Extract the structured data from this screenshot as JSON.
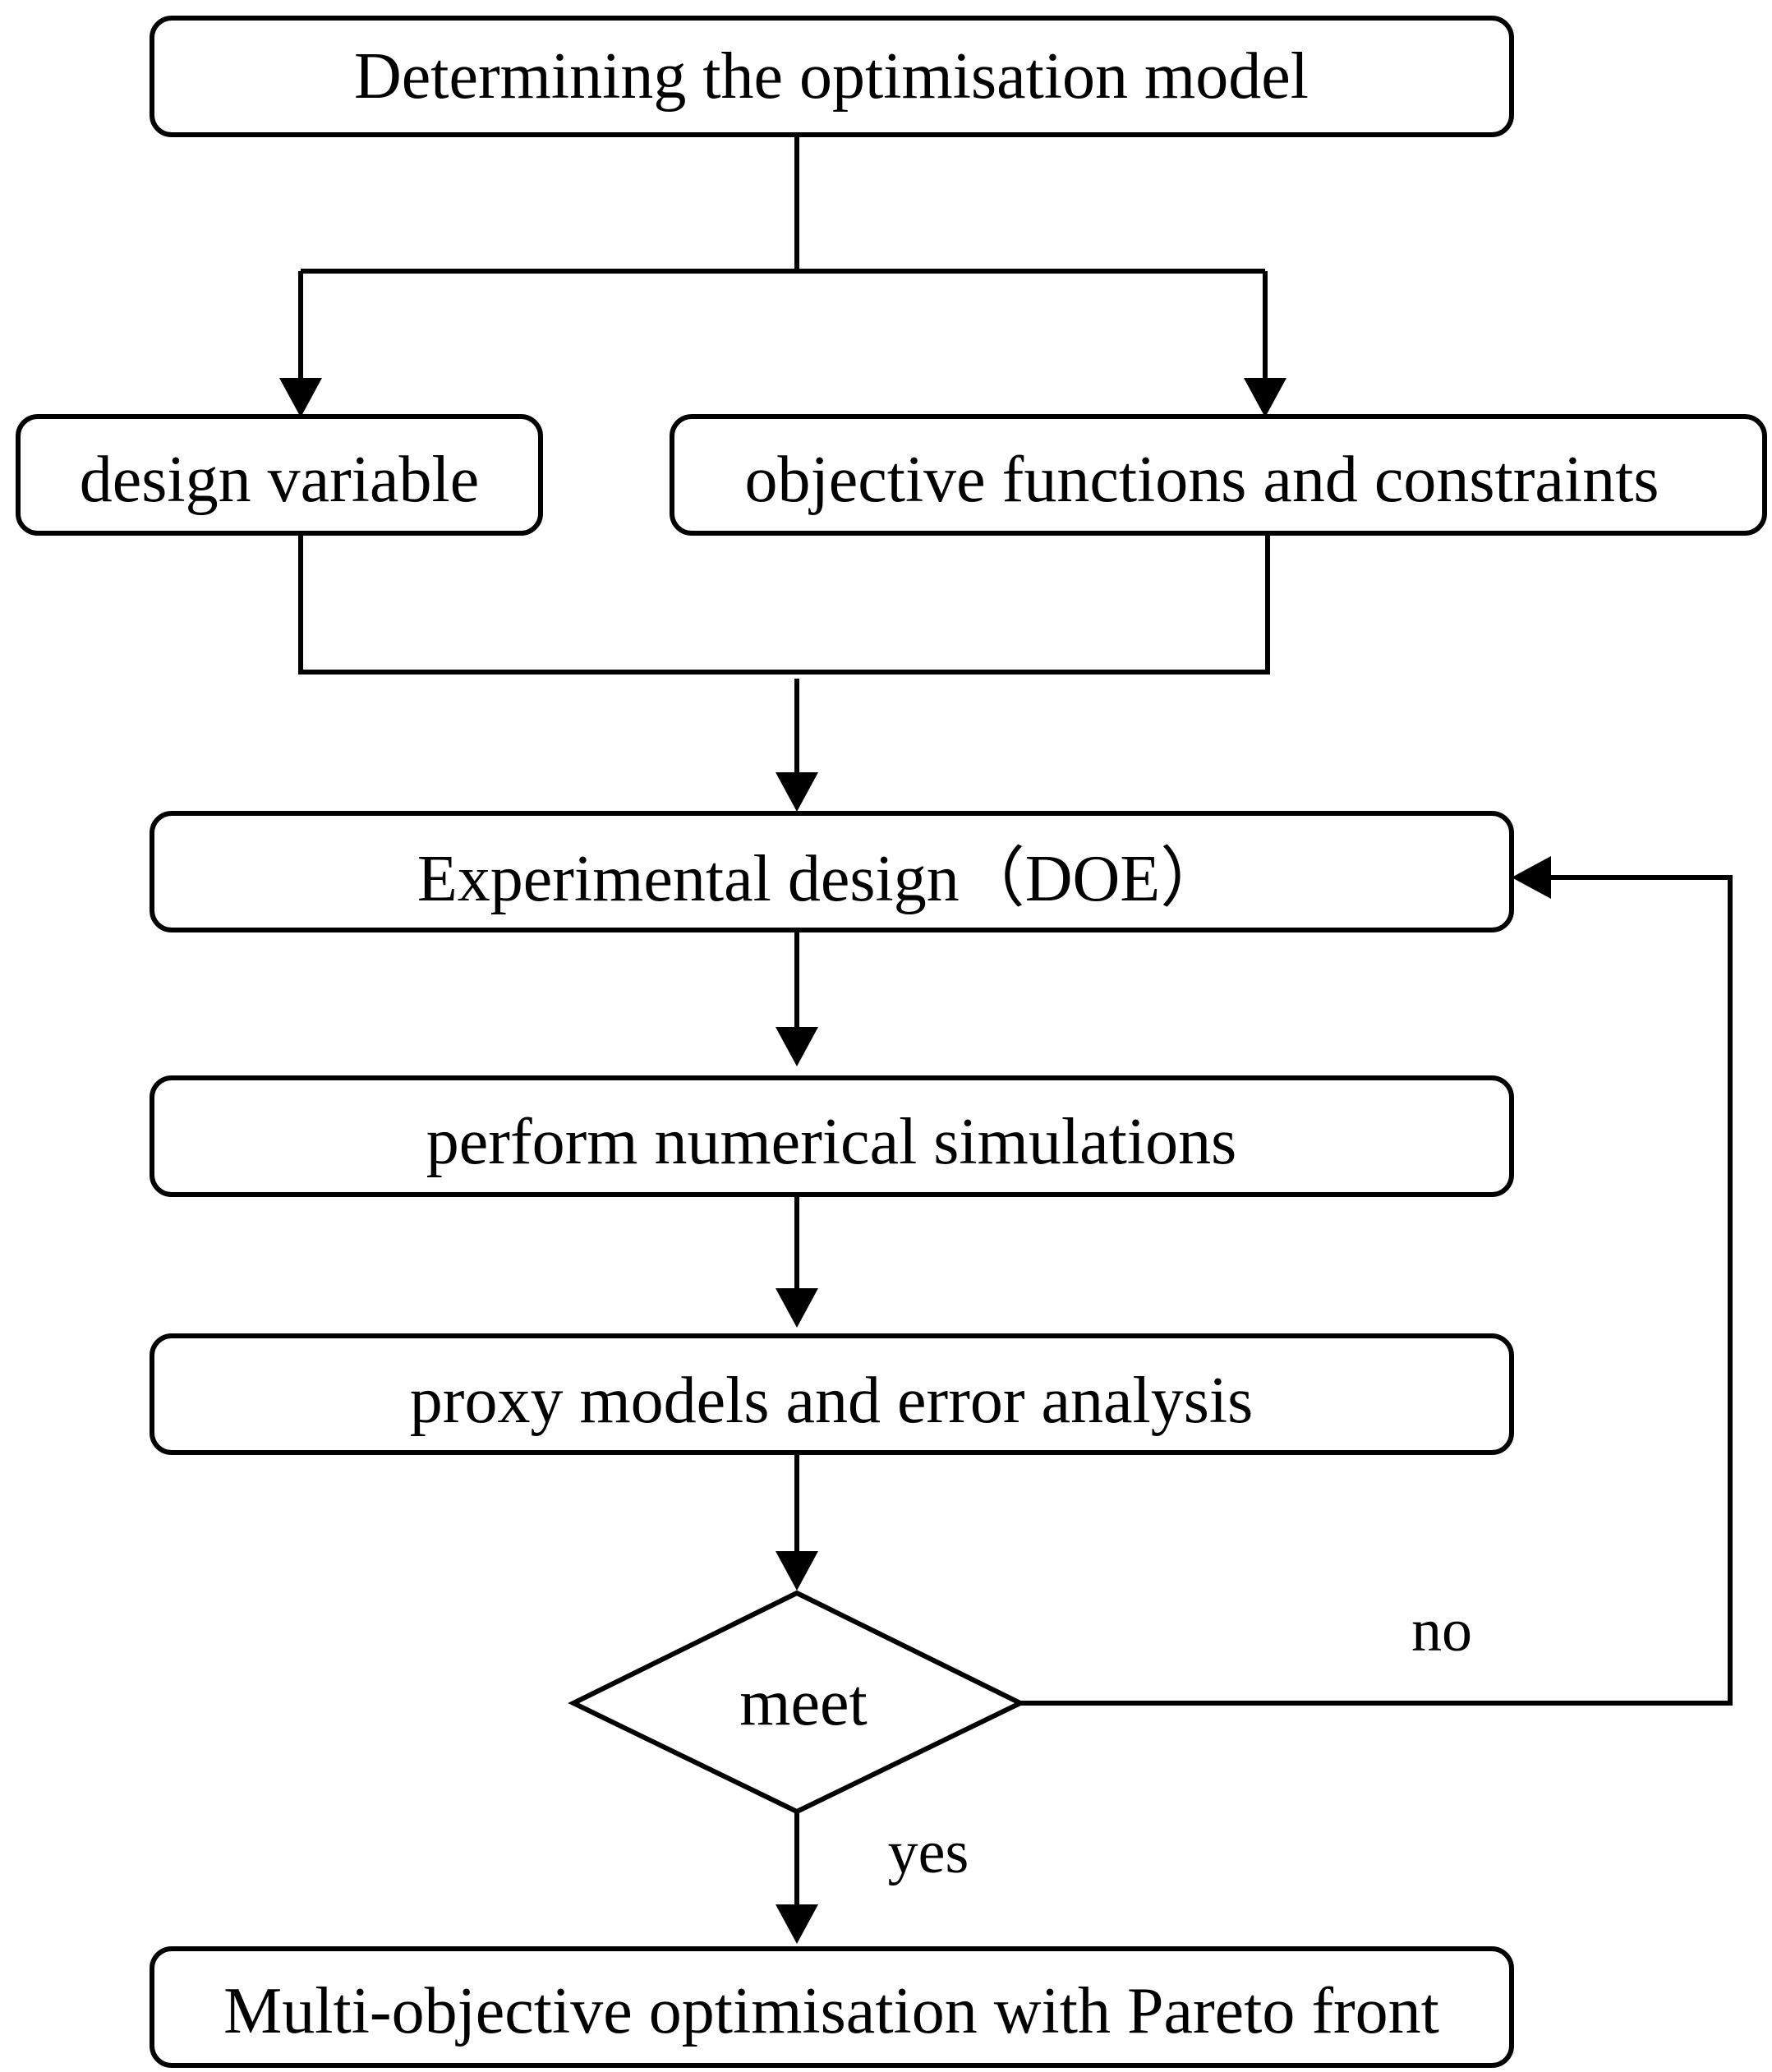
{
  "nodes": {
    "determine_model": "Determining the optimisation model",
    "design_variable": "design variable",
    "objective_constraints": "objective functions and constraints",
    "doe": "Experimental design（DOE）",
    "simulations": "perform numerical simulations",
    "proxy_models": "proxy models and error analysis",
    "decision": "meet",
    "pareto": "Multi-objective optimisation with Pareto front"
  },
  "edge_labels": {
    "no": "no",
    "yes": "yes"
  },
  "colors": {
    "line": "#000000",
    "box_fill": "#ffffff",
    "text": "#000000"
  }
}
